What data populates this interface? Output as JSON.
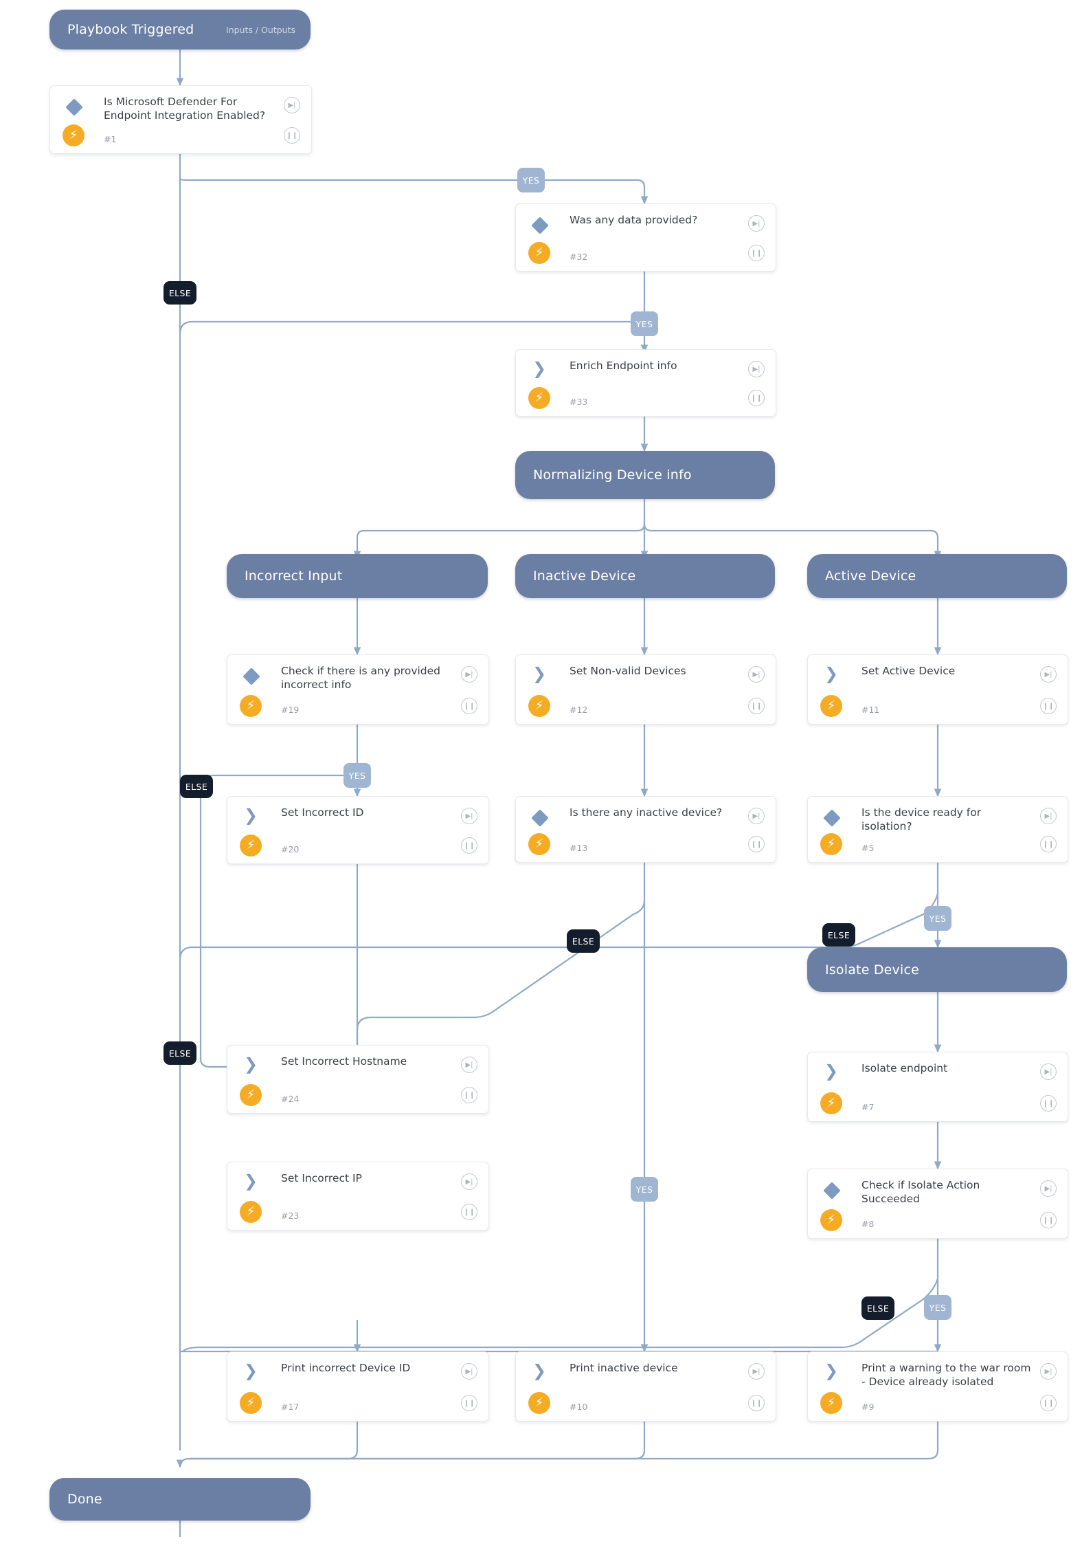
{
  "diagram": {
    "title": "Playbook Triggered",
    "background": "#ffffff",
    "accent_node": "#6a7fa3",
    "accent_wire": "#8fa9c6",
    "accent_bolt": "#f5ac24",
    "badge_yes_color": "#9fb5d2",
    "badge_else_color": "#141d2b"
  },
  "start": {
    "label": "Playbook Triggered",
    "sub": "Inputs / Outputs"
  },
  "end": {
    "label": "Done"
  },
  "sections": [
    {
      "label": "Normalizing Device info"
    },
    {
      "label": "Incorrect Input"
    },
    {
      "label": "Inactive Device"
    },
    {
      "label": "Active Device"
    },
    {
      "label": "Isolate Device"
    }
  ],
  "tasks": [
    {
      "id": "#1",
      "title": "Is Microsoft Defender For Endpoint Integration Enabled?",
      "icon": "condition-diamond-icon"
    },
    {
      "id": "#32",
      "title": "Was any data provided?",
      "icon": "condition-diamond-icon"
    },
    {
      "id": "#33",
      "title": "Enrich Endpoint info",
      "icon": "action-chevron-icon"
    },
    {
      "id": "#19",
      "title": "Check if there is any provided incorrect info",
      "icon": "condition-diamond-icon"
    },
    {
      "id": "#12",
      "title": "Set Non-valid Devices",
      "icon": "action-chevron-icon"
    },
    {
      "id": "#11",
      "title": "Set Active Device",
      "icon": "action-chevron-icon"
    },
    {
      "id": "#20",
      "title": "Set Incorrect ID",
      "icon": "action-chevron-icon"
    },
    {
      "id": "#13",
      "title": "Is there any inactive device?",
      "icon": "condition-diamond-icon"
    },
    {
      "id": "#5",
      "title": "Is the device ready for isolation?",
      "icon": "condition-diamond-icon"
    },
    {
      "id": "#24",
      "title": "Set Incorrect Hostname",
      "icon": "action-chevron-icon"
    },
    {
      "id": "#7",
      "title": "Isolate endpoint",
      "icon": "action-chevron-icon"
    },
    {
      "id": "#23",
      "title": "Set Incorrect IP",
      "icon": "action-chevron-icon"
    },
    {
      "id": "#8",
      "title": "Check if Isolate Action Succeeded",
      "icon": "condition-diamond-icon"
    },
    {
      "id": "#17",
      "title": "Print incorrect Device ID",
      "icon": "action-chevron-icon"
    },
    {
      "id": "#10",
      "title": "Print inactive device",
      "icon": "action-chevron-icon"
    },
    {
      "id": "#9",
      "title": "Print a warning to the war room - Device already isolated",
      "icon": "action-chevron-icon"
    }
  ],
  "edge_labels": [
    {
      "text": "YES"
    },
    {
      "text": "ELSE"
    },
    {
      "text": "YES"
    },
    {
      "text": "YES"
    },
    {
      "text": "ELSE"
    },
    {
      "text": "ELSE"
    },
    {
      "text": "ELSE"
    },
    {
      "text": "YES"
    },
    {
      "text": "ELSE"
    },
    {
      "text": "YES"
    },
    {
      "text": "ELSE"
    },
    {
      "text": "YES"
    }
  ],
  "controls": {
    "skip_glyph": "▶|",
    "pause_glyph": "❙❙",
    "bolt_glyph": "⚡"
  }
}
